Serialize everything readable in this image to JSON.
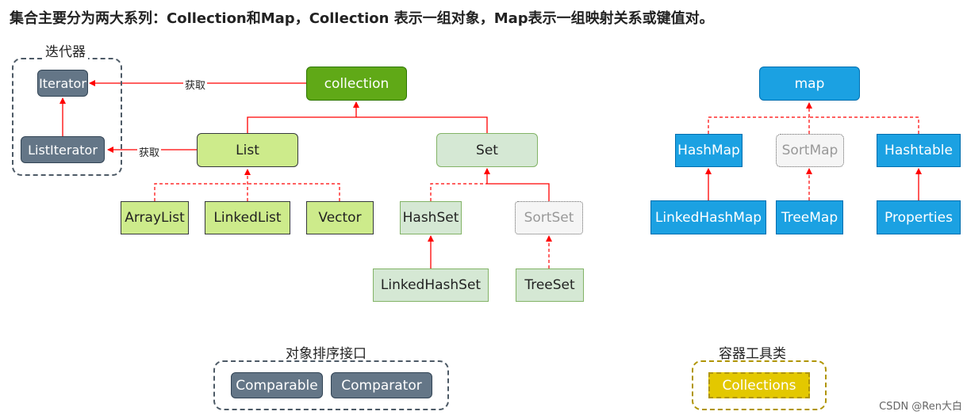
{
  "heading": "集合主要分为两大系列：Collection和Map，Collection 表示一组对象，Map表示一组映射关系或键值对。",
  "groups": {
    "iterator": "迭代器",
    "sort_interfaces": "对象排序接口",
    "container_tools": "容器工具类"
  },
  "edge_labels": {
    "get_iterator": "获取",
    "get_list_iterator": "获取"
  },
  "nodes": {
    "iterator": "Iterator",
    "list_iterator": "ListIterator",
    "collection": "collection",
    "list": "List",
    "set": "Set",
    "array_list": "ArrayList",
    "linked_list": "LinkedList",
    "vector": "Vector",
    "hash_set": "HashSet",
    "sort_set": "SortSet",
    "linked_hash_set": "LinkedHashSet",
    "tree_set": "TreeSet",
    "map": "map",
    "hash_map": "HashMap",
    "sort_map": "SortMap",
    "hashtable": "Hashtable",
    "linked_hash_map": "LinkedHashMap",
    "tree_map": "TreeMap",
    "properties": "Properties",
    "comparable": "Comparable",
    "comparator": "Comparator",
    "collections": "Collections"
  },
  "watermark": "CSDN @Ren大白",
  "colors": {
    "gray_node": "#647687",
    "collection_node": "#60a917",
    "list_node": "#cdeb8b",
    "set_node": "#d5e8d4",
    "map_node": "#1ba1e2",
    "collections_node": "#e3c800",
    "arrow": "#ff0000"
  }
}
